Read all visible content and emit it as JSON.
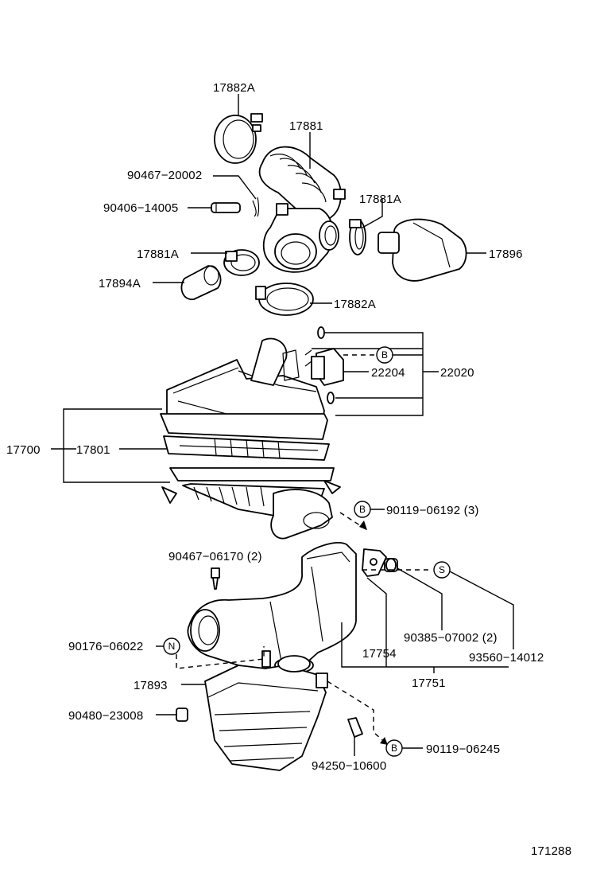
{
  "labels": {
    "p17882A_top": "17882A",
    "p17881": "17881",
    "p90467_20002": "90467−20002",
    "p90406_14005": "90406−14005",
    "p17881A_right": "17881A",
    "p17881A_left": "17881A",
    "p17896": "17896",
    "p17894A": "17894A",
    "p17882A_bottom": "17882A",
    "p22204": "22204",
    "p22020": "22020",
    "p17700": "17700",
    "p17801": "17801",
    "p90119_06192": "90119−06192 (3)",
    "p90467_06170": "90467−06170 (2)",
    "p90176_06022": "90176−06022",
    "p17754": "17754",
    "p90385_07002": "90385−07002 (2)",
    "p93560_14012": "93560−14012",
    "p17751": "17751",
    "p17893": "17893",
    "p90480_23008": "90480−23008",
    "p94250_10600": "94250−10600",
    "p90119_06245": "90119−06245"
  },
  "markers": {
    "b_upper": "B",
    "b_middle": "B",
    "b_lower": "B",
    "s": "S",
    "n": "N"
  },
  "figure_number": "171288"
}
